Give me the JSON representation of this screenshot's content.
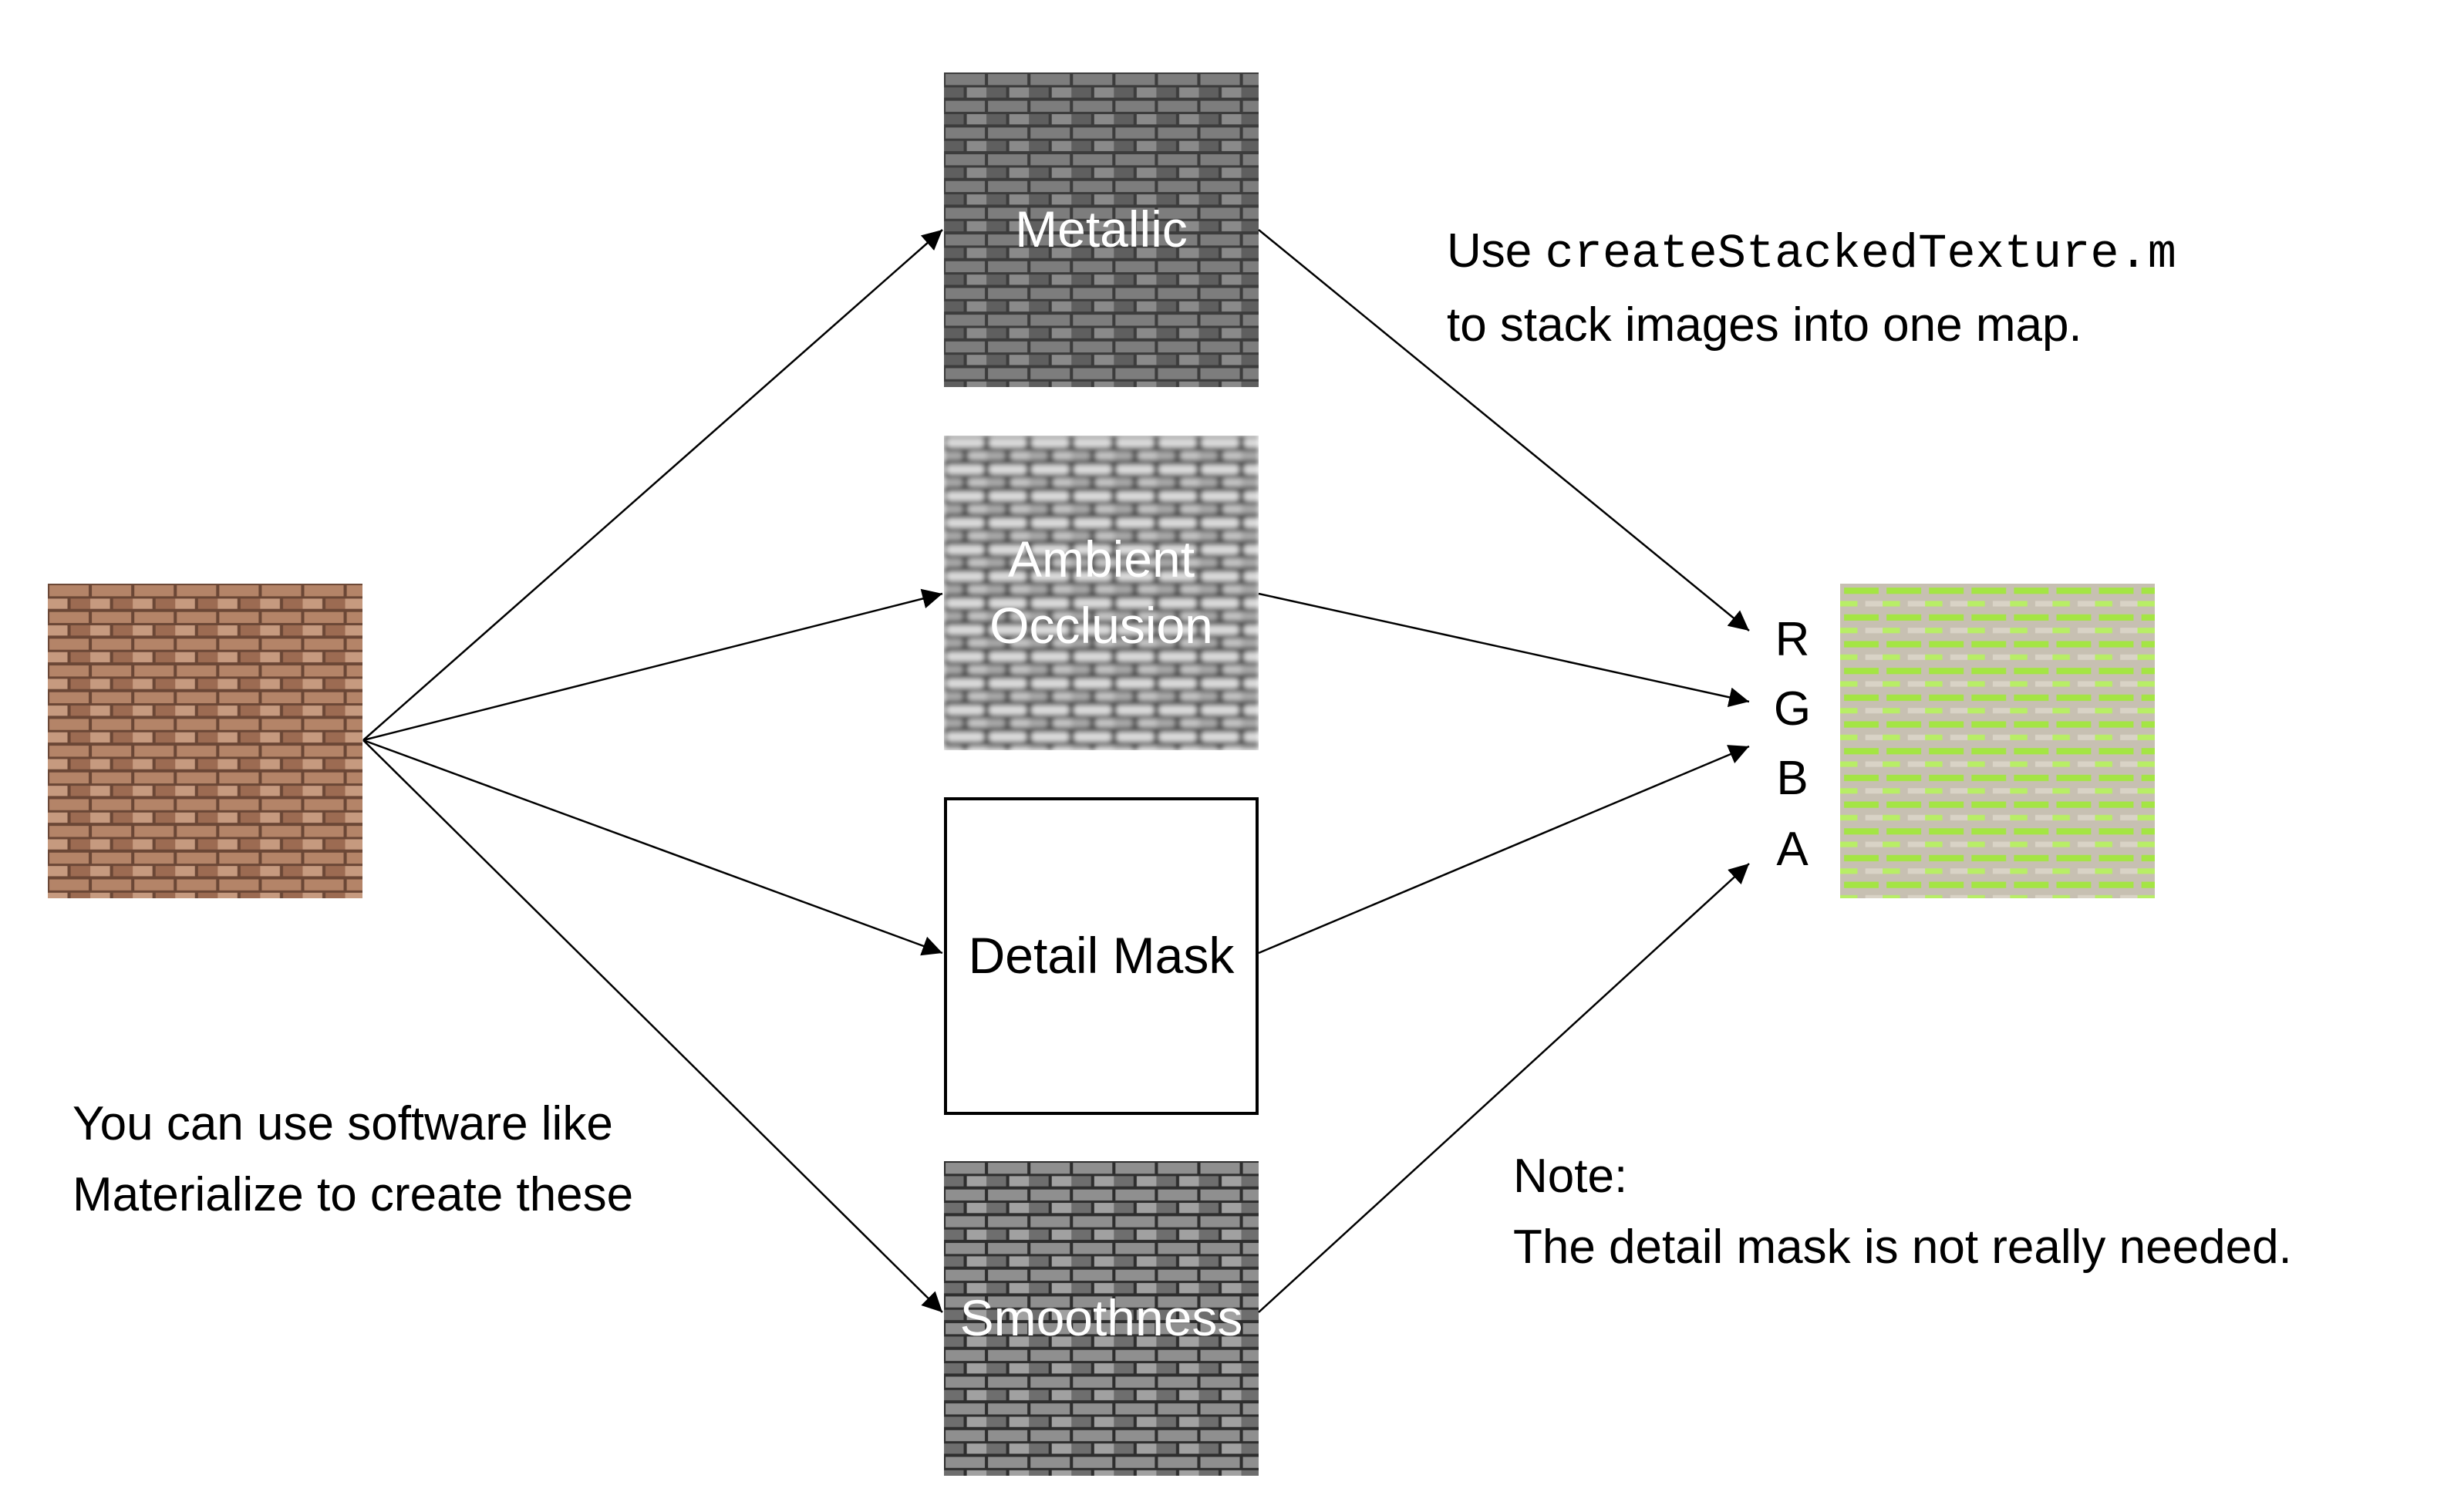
{
  "source_texture": {
    "icon": "brick-texture-color"
  },
  "maps": [
    {
      "id": "metallic",
      "label": "Metallic",
      "icon": "brick-texture-dark-gray"
    },
    {
      "id": "ao",
      "label_lines": [
        "Ambient",
        "Occlusion"
      ],
      "icon": "brick-texture-blurred-gray"
    },
    {
      "id": "detail",
      "label": "Detail Mask"
    },
    {
      "id": "smoothness",
      "label": "Smoothness",
      "icon": "brick-texture-gray"
    }
  ],
  "channels": [
    "R",
    "G",
    "B",
    "A"
  ],
  "stacked_texture": {
    "icon": "brick-texture-green"
  },
  "notes": {
    "software_line1": "You can use software like",
    "software_line2": "Materialize to create these",
    "use_prefix": "Use ",
    "script_name": "createStackedTexture.m",
    "stack_line": "to stack images into one map.",
    "note_heading": "Note:",
    "note_body": "The detail mask is not really needed."
  },
  "colors": {
    "brick_mortar": "#6b4736",
    "brick_face": "#b48468",
    "metal_dark": "#3c3c3c",
    "metal_brick": "#7d7d7d",
    "ao_dark": "#4a4a4a",
    "ao_light": "#dcdcdc",
    "smooth_dark": "#2e2e2e",
    "smooth_brick": "#8f8f8f",
    "green_mortar": "#c7c0b2",
    "green_brick": "#a4e544"
  }
}
